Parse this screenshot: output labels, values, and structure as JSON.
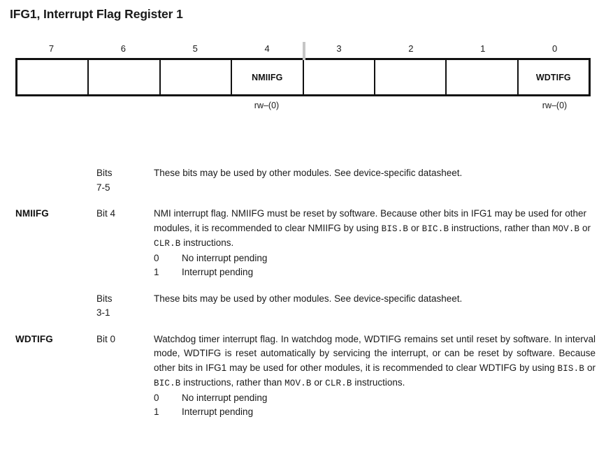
{
  "title": "IFG1, Interrupt Flag Register 1",
  "register": {
    "bit_numbers": [
      "7",
      "6",
      "5",
      "4",
      "3",
      "2",
      "1",
      "0"
    ],
    "cells": [
      {
        "bit": "7",
        "label": ""
      },
      {
        "bit": "6",
        "label": ""
      },
      {
        "bit": "5",
        "label": ""
      },
      {
        "bit": "4",
        "label": "NMIIFG"
      },
      {
        "bit": "3",
        "label": ""
      },
      {
        "bit": "2",
        "label": ""
      },
      {
        "bit": "1",
        "label": ""
      },
      {
        "bit": "0",
        "label": "WDTIFG"
      }
    ],
    "access_bit4": "rw–(0)",
    "access_bit0": "rw–(0)"
  },
  "fields": [
    {
      "name": "",
      "bits_line1": "Bits",
      "bits_line2": "7-5",
      "description": "These bits may be used by other modules. See device-specific datasheet."
    },
    {
      "name": "NMIIFG",
      "bits_line1": "Bit 4",
      "bits_line2": "",
      "desc_part1": "NMI interrupt flag. NMIIFG must be reset by software. Because other bits in IFG1 may be used for other modules, it is recommended to clear NMIIFG by using ",
      "code1": "BIS.B",
      "desc_part2": " or ",
      "code2": "BIC.B",
      "desc_part3": " instructions, rather than ",
      "code3": "MOV.B",
      "desc_part4": " or ",
      "code4": "CLR.B",
      "desc_part5": " instructions.",
      "enum": [
        {
          "key": "0",
          "value": "No interrupt pending"
        },
        {
          "key": "1",
          "value": "Interrupt pending"
        }
      ]
    },
    {
      "name": "",
      "bits_line1": "Bits",
      "bits_line2": "3-1",
      "description": "These bits may be used by other modules. See device-specific datasheet."
    },
    {
      "name": "WDTIFG",
      "bits_line1": "Bit 0",
      "bits_line2": "",
      "desc_part1": "Watchdog timer interrupt flag. In watchdog mode, WDTIFG remains set until reset by software. In interval mode, WDTIFG is reset automatically by servicing the interrupt, or can be reset by software. Because other bits in IFG1 may be used for other modules, it is recommended to clear WDTIFG by using ",
      "code1": "BIS.B",
      "desc_part2": " or ",
      "code2": "BIC.B",
      "desc_part3": " instructions, rather than ",
      "code3": "MOV.B",
      "desc_part4": " or ",
      "code4": "CLR.B",
      "desc_part5": " instructions.",
      "enum": [
        {
          "key": "0",
          "value": "No interrupt pending"
        },
        {
          "key": "1",
          "value": "Interrupt pending"
        }
      ]
    }
  ]
}
